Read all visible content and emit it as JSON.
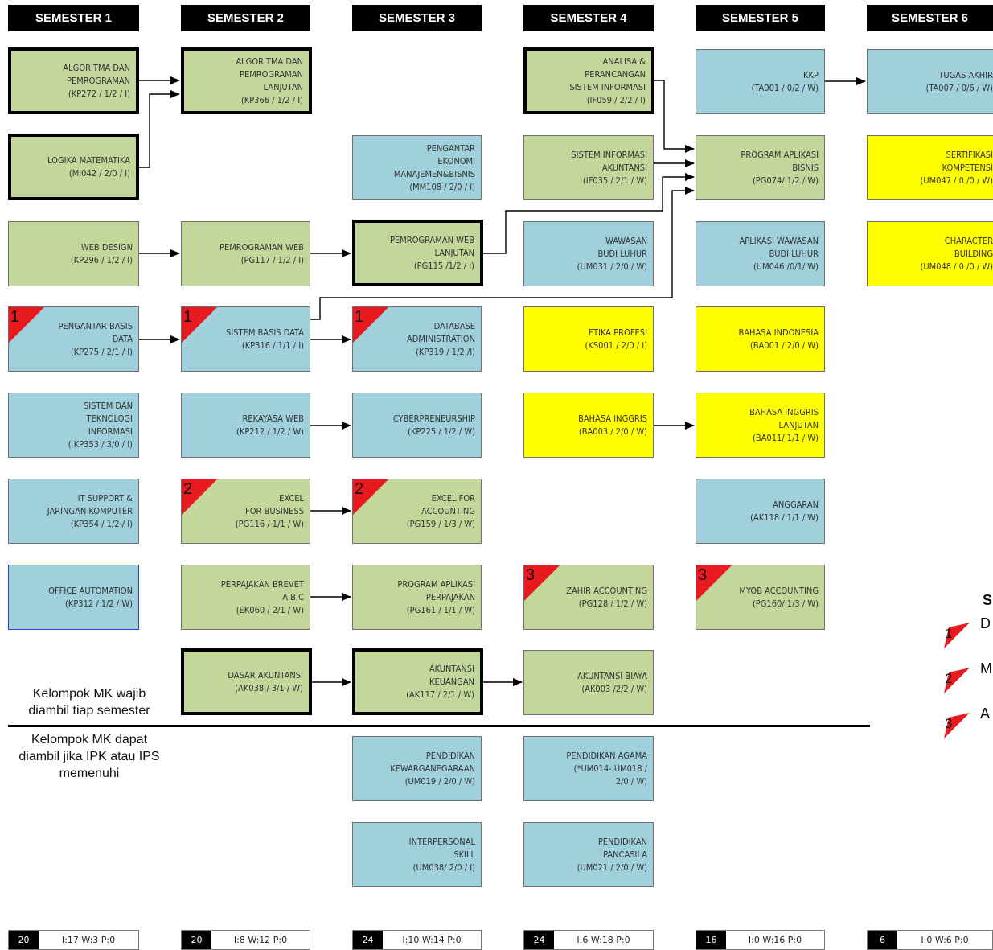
{
  "headers": [
    "SEMESTER 1",
    "SEMESTER 2",
    "SEMESTER 3",
    "SEMESTER 4",
    "SEMESTER 5",
    "SEMESTER 6"
  ],
  "courses": {
    "algo1": [
      "ALGORITMA DAN",
      "PEMROGRAMAN",
      "(KP272 / 1/2 / I)"
    ],
    "logika": [
      "LOGIKA MATEMATIKA",
      "(MI042 / 2/0 / I)"
    ],
    "webdesign": [
      "WEB DESIGN",
      "(KP296 / 1/2 / I)"
    ],
    "pbd": [
      "PENGANTAR BASIS",
      "DATA",
      "(KP275 / 2/1 / I)"
    ],
    "sti": [
      "SISTEM DAN",
      "TEKNOLOGI",
      "INFORMASI",
      "( KP353 / 3/0 / I)"
    ],
    "itsupport": [
      "IT SUPPORT &",
      "JARINGAN KOMPUTER",
      "(KP354 / 1/2 / I)"
    ],
    "office": [
      "OFFICE AUTOMATION",
      "(KP312 / 1/2 / W)"
    ],
    "algo2": [
      "ALGORITMA DAN",
      "PEMROGRAMAN",
      "LANJUTAN",
      "(KP366 / 1/2 / I)"
    ],
    "pweb": [
      "PEMROGRAMAN WEB",
      "(PG117 / 1/2 / I)"
    ],
    "sbd": [
      "SISTEM BASIS DATA",
      "(KP316 / 1/1 / I)"
    ],
    "rweb": [
      "REKAYASA WEB",
      "(KP212 / 1/2 / W)"
    ],
    "excel": [
      "EXCEL",
      "FOR BUSINESS",
      "(PG116 / 1/1 / W)"
    ],
    "pajak": [
      "PERPAJAKAN BREVET",
      "A,B,C",
      "(EK060 / 2/1 / W)"
    ],
    "dasarak": [
      "DASAR AKUNTANSI",
      "(AK038 / 3/1 / W)"
    ],
    "pemb": [
      "PENGANTAR",
      "EKONOMI",
      "MANAJEMEN&BISNIS",
      "(MM108 / 2/0 / I)"
    ],
    "pwebl": [
      "PEMROGRAMAN WEB",
      "LANJUTAN",
      "(PG115 /1/2 / I)"
    ],
    "dba": [
      "DATABASE",
      "ADMINISTRATION",
      "(KP319 / 1/2 /I)"
    ],
    "cyber": [
      "CYBERPRENEURSHIP",
      "(KP225 / 1/2 / W)"
    ],
    "excelacc": [
      "EXCEL FOR",
      "ACCOUNTING",
      "(PG159 / 1/3 / W)"
    ],
    "papajak": [
      "PROGRAM APLIKASI",
      "PERPAJAKAN",
      "(PG161 / 1/1 / W)"
    ],
    "akkeu": [
      "AKUNTANSI",
      "KEUANGAN",
      "(AK117 / 2/1 / W)"
    ],
    "pkn": [
      "PENDIDIKAN",
      "KEWARGANEGARAAN",
      "(UM019 / 2/0 / W)"
    ],
    "interp": [
      "INTERPERSONAL",
      "SKILL",
      "(UM038/ 2/0 / I)"
    ],
    "apsi": [
      "ANALISA &",
      "PERANCANGAN",
      "SISTEM INFORMASI",
      "(IF059 / 2/2 / I)"
    ],
    "sia": [
      "SISTEM INFORMASI",
      "AKUNTANSI",
      "(IF035 / 2/1 / W)"
    ],
    "wbl": [
      "WAWASAN",
      "BUDI LUHUR",
      "(UM031 / 2/0 / W)"
    ],
    "etika": [
      "ETIKA PROFESI",
      "(KS001 / 2/0 / I)"
    ],
    "bing": [
      "BAHASA INGGRIS",
      "(BA003 / 2/0 / W)"
    ],
    "zahir": [
      "ZAHIR ACCOUNTING",
      "(PG128 / 1/2 / W)"
    ],
    "akbiaya": [
      "AKUNTANSI BIAYA",
      "(AK003 /2/2 / W)"
    ],
    "agama": [
      "PENDIDIKAN AGAMA",
      "(*UM014- UM018 /",
      "2/0 / W)"
    ],
    "pancasila": [
      "PENDIDIKAN",
      "PANCASILA",
      "(UM021 / 2/0 / W)"
    ],
    "kkp": [
      "KKP",
      "(TA001 / 0/2 / W)"
    ],
    "pab": [
      "PROGRAM APLIKASI",
      "BISNIS",
      "(PG074/ 1/2 / W)"
    ],
    "awbl": [
      "APLIKASI WAWASAN",
      "BUDI LUHUR",
      "(UM046 /0/1/ W)"
    ],
    "bind": [
      "BAHASA INDONESIA",
      "(BA001 / 2/0 / W)"
    ],
    "bingl": [
      "BAHASA INGGRIS",
      "LANJUTAN",
      "(BA011/ 1/1 / W)"
    ],
    "anggaran": [
      "ANGGARAN",
      "(AK118 / 1/1 / W)"
    ],
    "myob": [
      "MYOB ACCOUNTING",
      "(PG160/ 1/3 / W)"
    ],
    "ta": [
      "TUGAS AKHIR",
      "(TA007 / 0/6 / W)"
    ],
    "sertif": [
      "SERTIFIKASI",
      "KOMPETENSI",
      "(UM047 / 0 /0 / W)"
    ],
    "charb": [
      "CHARACTER",
      "BUILDING",
      "(UM048 / 0 /0 / W)"
    ]
  },
  "flags": {
    "pbd": "1",
    "sbd": "1",
    "dba": "1",
    "excel": "2",
    "excelacc": "2",
    "zahir": "3",
    "myob": "3"
  },
  "notes": {
    "wajib": "Kelompok MK wajib diambil tiap semester",
    "dapat": "Kelompok MK dapat diambil jika IPK atau IPS memenuhi"
  },
  "totals": [
    {
      "sks": "20",
      "detail": "I:17  W:3  P:0"
    },
    {
      "sks": "20",
      "detail": "I:8  W:12  P:0"
    },
    {
      "sks": "24",
      "detail": "I:10  W:14  P:0"
    },
    {
      "sks": "24",
      "detail": "I:6  W:18  P:0"
    },
    {
      "sks": "16",
      "detail": "I:0  W:16  P:0"
    },
    {
      "sks": "6",
      "detail": "I:0  W:6  P:0"
    }
  ],
  "legend": {
    "title": "S",
    "items": [
      {
        "num": "1",
        "text": "D"
      },
      {
        "num": "2",
        "text": "M"
      },
      {
        "num": "3",
        "text": "A"
      }
    ]
  },
  "colors": {
    "green": "#c4d79b",
    "blue": "#9fd0dc",
    "yellow": "#ffff00",
    "flag": "#e8191f"
  }
}
